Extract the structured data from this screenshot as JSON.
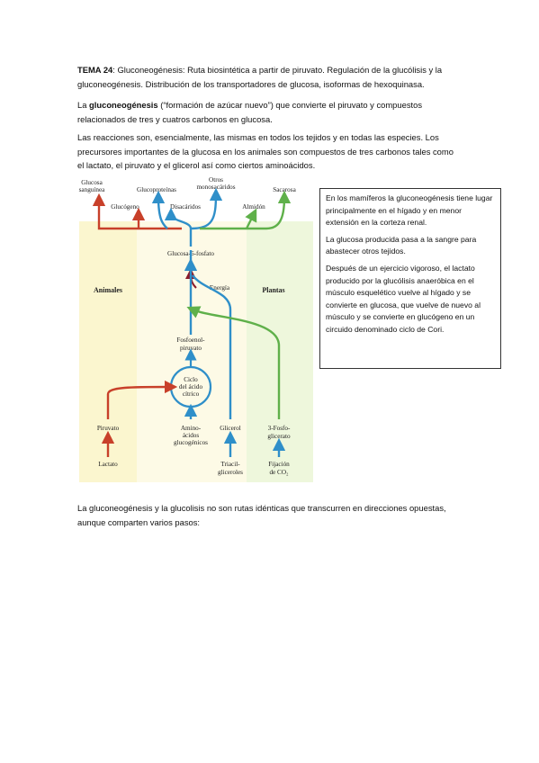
{
  "intro": {
    "tema_label": "TEMA 24",
    "tema_text": ": Gluconeogénesis: Ruta biosintética a partir de piruvato. Regulación de la glucólisis y la gluconeogénesis. Distribución de los transportadores de glucosa, isoformas de hexoquinasa.",
    "def_pre": "La ",
    "def_term": "gluconeogénesis",
    "def_post": " (“formación de azúcar nuevo”) que convierte el piruvato y compuestos relacionados de tres y cuatros carbonos en glucosa.",
    "reactions": "Las reacciones son, esencialmente, las mismas en todos los tejidos y en todas las especies. Los precursores importantes de la glucosa en los animales son compuestos de tres carbonos tales como el lactato, el piruvato y el glicerol así como ciertos aminoácidos."
  },
  "figure": {
    "top_labels": {
      "glucosa_sanguinea_1": "Glucosa",
      "glucosa_sanguinea_2": "sanguínea",
      "glucoproteinas": "Glucoproteínas",
      "otros_1": "Otros",
      "otros_2": "monosacáridos",
      "sacarosa": "Sacarosa",
      "glucogeno": "Glucógeno",
      "disacaridos": "Disacáridos",
      "almidon": "Almidón"
    },
    "glucosa_6_fosfato": "Glucosa-6-fosfato",
    "energia": "Energía",
    "animales": "Animales",
    "plantas": "Plantas",
    "fosfoenol_1": "Fosfoenol-",
    "fosfoenol_2": "piruvato",
    "ciclo_1": "Ciclo",
    "ciclo_2": "del ácido",
    "ciclo_3": "cítrico",
    "piruvato": "Piruvato",
    "lactato": "Lactato",
    "amino_1": "Amino-",
    "amino_2": "ácidos",
    "amino_3": "glucogénicos",
    "glicerol": "Glicerol",
    "triacil_1": "Triacil-",
    "triacil_2": "gliceroles",
    "fosfo3_1": "3-Fosfo-",
    "fosfo3_2": "glicerato",
    "fijacion_1": "Fijación",
    "fijacion_2": "de CO₂"
  },
  "infobox": {
    "p1": "En los mamíferos la gluconeogénesis tiene lugar principalmente en el hígado y en menor extensión en la corteza renal.",
    "p2": "La glucosa producida pasa a la sangre para abastecer otros tejidos.",
    "p3": "Después de un ejercicio vigoroso, el lactato producido por la glucólisis anaeróbica en el músculo esquelético vuelve al hígado y se convierte en glucosa, que vuelve de nuevo al músculo y se convierte en glucógeno en un circuido denominado ciclo de Cori."
  },
  "closing": "La gluconeogénesis y la glucolisis no son rutas idénticas que transcurren en direcciones opuestas, aunque comparten varios pasos:",
  "colors": {
    "red": "#c8402a",
    "blue": "#2f8fc9",
    "green": "#5fb04a",
    "yellow_bg": "#fbf6cf",
    "green_bg": "#eef7dc"
  }
}
